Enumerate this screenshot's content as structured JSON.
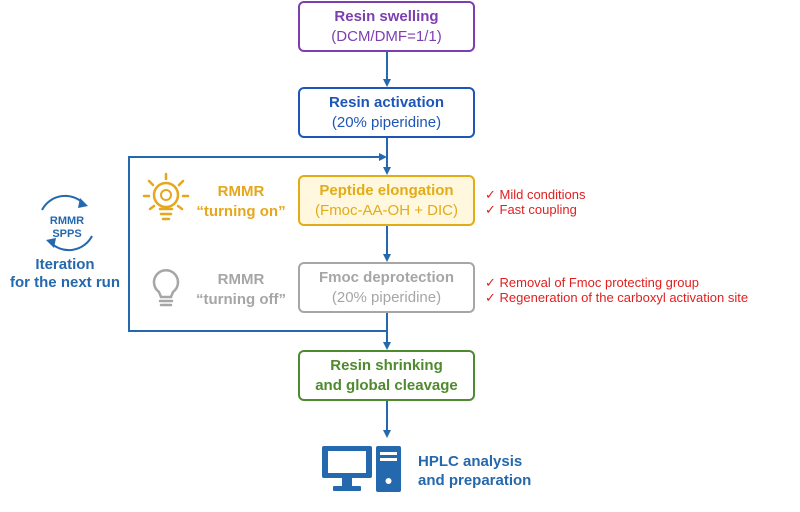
{
  "steps": {
    "swelling": {
      "line1": "Resin swelling",
      "line2": "(DCM/DMF=1/1)"
    },
    "activation": {
      "line1": "Resin activation",
      "line2": "(20% piperidine)"
    },
    "elongation": {
      "line1": "Peptide elongation",
      "line2": "(Fmoc-AA-OH + DIC)"
    },
    "deprotection": {
      "line1": "Fmoc deprotection",
      "line2": "(20% piperidine)"
    },
    "shrinking": {
      "line1": "Resin shrinking",
      "line2": "and global cleavage"
    }
  },
  "rmmr_on": {
    "line1": "RMMR",
    "line2": "“turning on”"
  },
  "rmmr_off": {
    "line1": "RMMR",
    "line2": "“turning off”"
  },
  "iteration": {
    "badge_line1": "RMMR",
    "badge_line2": "SPPS",
    "line1": "Iteration",
    "line2": "for the next run"
  },
  "notes": {
    "elongation": [
      "✓ Mild conditions",
      "✓ Fast coupling"
    ],
    "deprotection": [
      "✓ Removal of Fmoc protecting group",
      "✓ Regeneration of the carboxyl activation site"
    ]
  },
  "hplc": {
    "line1": "HPLC analysis",
    "line2": "and preparation"
  },
  "icons": {
    "bulb_on": "lightbulb-on-icon",
    "bulb_off": "lightbulb-off-icon",
    "computer": "desktop-computer-icon",
    "cycle": "cycle-arrows-icon"
  },
  "colors": {
    "purple": "#7d3fb0",
    "blue": "#1d56b8",
    "gold": "#e2ac16",
    "gray": "#a6a6a6",
    "green": "#4f8a2e",
    "red": "#e02020",
    "flow_blue": "#2468ad"
  }
}
